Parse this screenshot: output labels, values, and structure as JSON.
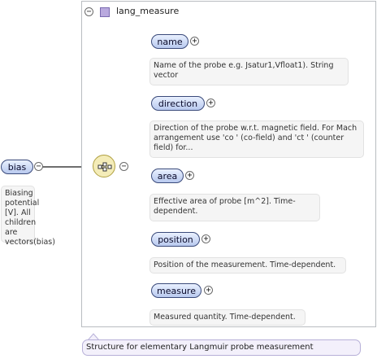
{
  "root": {
    "name": "bias",
    "doc": "Biasing potential [V]. All children are vectors(bias)"
  },
  "group": {
    "title": "lang_measure",
    "description": "Structure for elementary Langmuir probe measurement"
  },
  "children": [
    {
      "name": "name",
      "doc": "Name of the probe e.g. Jsatur1,Vfloat1). String vector"
    },
    {
      "name": "direction",
      "doc": "Direction of the probe w.r.t. magnetic field. For Mach arrangement use 'co ' (co-field) and 'ct ' (counter field) for..."
    },
    {
      "name": "area",
      "doc": "Effective area of probe [m^2]. Time-dependent."
    },
    {
      "name": "position",
      "doc": "Position of the measurement. Time-dependent."
    },
    {
      "name": "measure",
      "doc": "Measured quantity. Time-dependent."
    }
  ],
  "colors": {
    "node_fill_top": "#e9f0ff",
    "node_fill_bottom": "#b8c9ef",
    "node_border": "#3a4a7a",
    "sequence_fill": "#f4ecb8",
    "type_icon": "#b9a9de"
  }
}
